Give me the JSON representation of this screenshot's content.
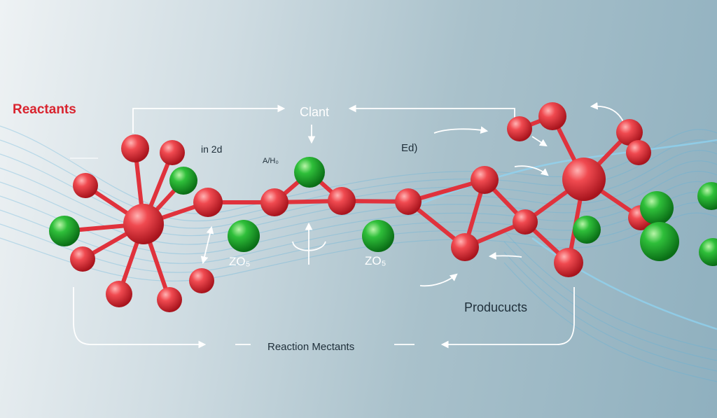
{
  "labels": {
    "reactants": "Reactants",
    "center": "Clant",
    "left_note": "in 2d",
    "formula_small": "A/H₀",
    "right_note": "Ed)",
    "formula_left": "ZO₅",
    "formula_right": "ZO₅",
    "products": "Producucts",
    "footer": "Reaction Mectants"
  },
  "colors": {
    "reactant_atom": "#e0323c",
    "other_atom": "#1aa82a",
    "bond": "#e0323c",
    "arrow": "#ffffff",
    "title": "#d9242f"
  }
}
